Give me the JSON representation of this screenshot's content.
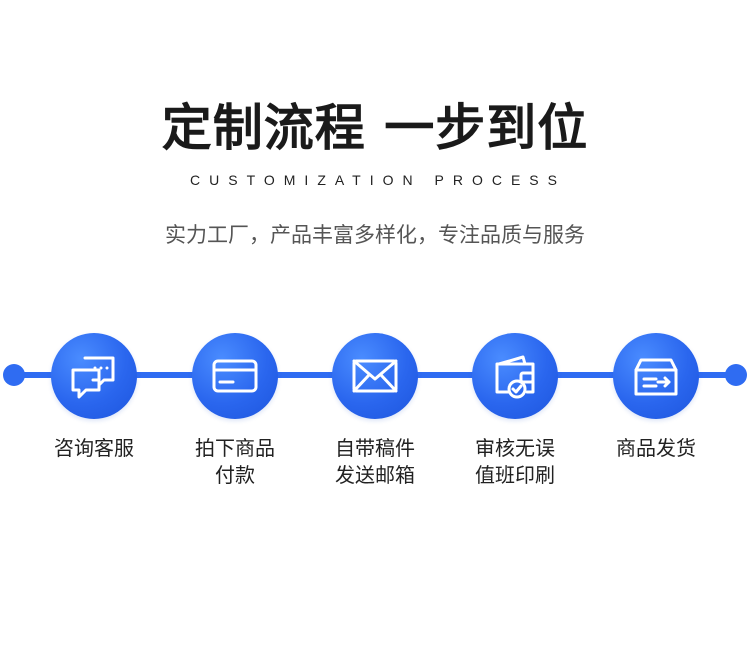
{
  "header": {
    "title": "定制流程 一步到位",
    "subtitle_en": "CUSTOMIZATION PROCESS",
    "tagline": "实力工厂，产品丰富多样化，专注品质与服务"
  },
  "steps": [
    {
      "icon": "chat-bubbles-icon",
      "line1": "咨询客服",
      "line2": ""
    },
    {
      "icon": "credit-card-icon",
      "line1": "拍下商品",
      "line2": "付款"
    },
    {
      "icon": "envelope-icon",
      "line1": "自带稿件",
      "line2": "发送邮箱"
    },
    {
      "icon": "wallet-check-icon",
      "line1": "审核无误",
      "line2": "值班印刷"
    },
    {
      "icon": "delivery-box-icon",
      "line1": "商品发货",
      "line2": ""
    }
  ],
  "colors": {
    "accent": "#2f6cf2",
    "title": "#1a1a1a",
    "tagline": "#555555"
  }
}
